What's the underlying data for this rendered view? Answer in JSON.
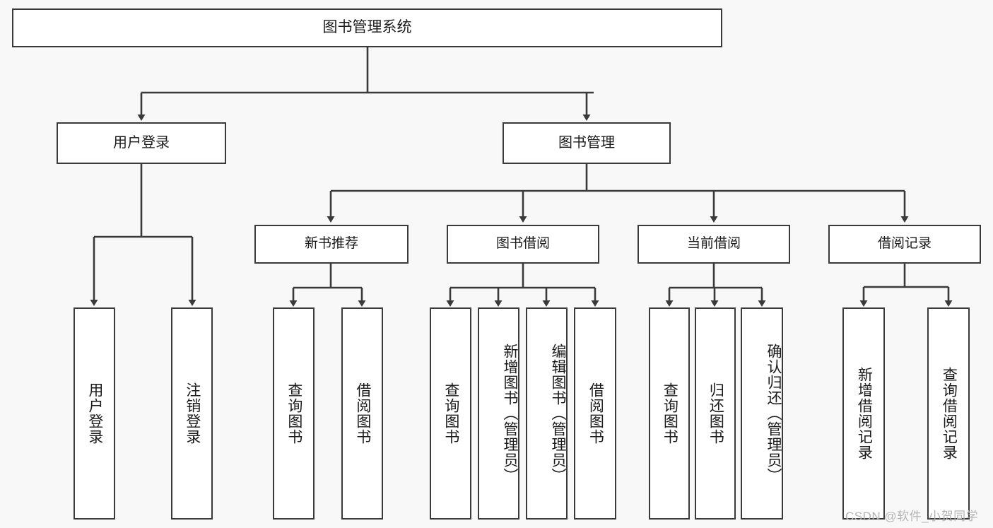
{
  "diagram": {
    "title": "图书管理系统",
    "type": "tree-hierarchy-chart",
    "colors": {
      "background": "#f8f8f8",
      "box_fill": "#ffffff",
      "stroke": "#3a3a3a",
      "text": "#1a1a1a",
      "watermark": "#b4b4b4"
    }
  },
  "root": {
    "label": "图书管理系统"
  },
  "level2": [
    {
      "label": "用户登录"
    },
    {
      "label": "图书管理"
    }
  ],
  "level3": [
    {
      "label": "新书推荐"
    },
    {
      "label": "图书借阅"
    },
    {
      "label": "当前借阅"
    },
    {
      "label": "借阅记录"
    }
  ],
  "leaves": {
    "user_login": [
      {
        "label": "用户登录"
      },
      {
        "label": "注销登录"
      }
    ],
    "new_book_recommend": [
      {
        "label": "查询图书"
      },
      {
        "label": "借阅图书"
      }
    ],
    "book_borrow": [
      {
        "label": "查询图书"
      },
      {
        "label": "新增图书（管理员）"
      },
      {
        "label": "编辑图书（管理员）"
      },
      {
        "label": "借阅图书"
      }
    ],
    "current_borrow": [
      {
        "label": "查询图书"
      },
      {
        "label": "归还图书"
      },
      {
        "label": "确认归还（管理员）"
      }
    ],
    "borrow_record": [
      {
        "label": "新增借阅记录"
      },
      {
        "label": "查询借阅记录"
      }
    ]
  },
  "watermark": {
    "text": "CSDN @软件_小贺同学"
  }
}
